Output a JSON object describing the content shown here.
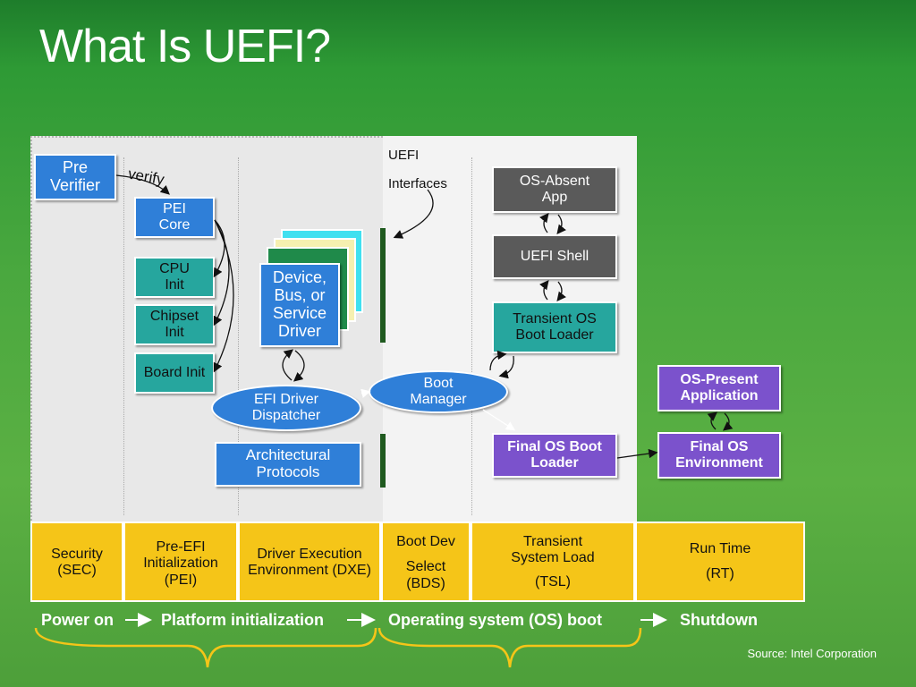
{
  "title": "What Is UEFI?",
  "verify": "verify",
  "uefi": "UEFI",
  "interfaces": "Interfaces",
  "boxes": {
    "pre_verifier": "Pre\nVerifier",
    "pei_core": "PEI\nCore",
    "cpu_init": "CPU\nInit",
    "chipset_init": "Chipset\nInit",
    "board_init": "Board Init",
    "device_driver": "Device,\nBus, or\nService\nDriver",
    "efi_driver_dispatcher": "EFI Driver\nDispatcher",
    "architectural_protocols": "Architectural\nProtocols",
    "boot_manager": "Boot\nManager",
    "os_absent_app": "OS-Absent\nApp",
    "uefi_shell": "UEFI Shell",
    "transient_os_boot_loader": "Transient OS\nBoot Loader",
    "final_os_boot_loader": "Final OS Boot\nLoader",
    "os_present_application": "OS-Present\nApplication",
    "final_os_environment": "Final OS\nEnvironment"
  },
  "phases": {
    "sec": "Security\n(SEC)",
    "pei": "Pre-EFI\nInitialization\n(PEI)",
    "dxe": "Driver Execution\nEnvironment (DXE)",
    "bds_a": "Boot Dev",
    "bds_b": "Select\n(BDS)",
    "tsl_a": "Transient\nSystem Load",
    "tsl_b": "(TSL)",
    "rt_a": "Run Time",
    "rt_b": "(RT)"
  },
  "flow": {
    "power_on": "Power on",
    "platform_init": "Platform initialization",
    "os_boot": "Operating system (OS) boot",
    "shutdown": "Shutdown"
  },
  "source": "Source: Intel Corporation",
  "colors": {
    "blue": "#2f7fd8",
    "teal": "#26a69e",
    "gray": "#5a5a5a",
    "purple": "#7b52cc",
    "phase_yellow": "#f5c518"
  }
}
